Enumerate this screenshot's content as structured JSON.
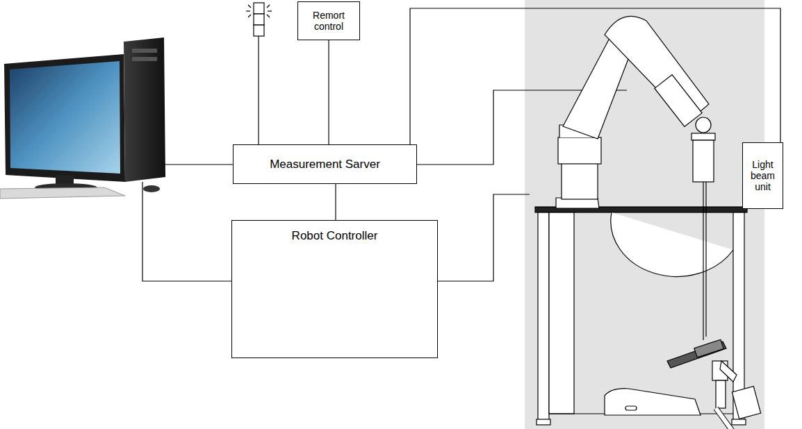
{
  "diagram": {
    "nodes": [
      {
        "text": [
          "Remort control"
        ]
      },
      {
        "text": [
          "Measurement Sarver"
        ]
      },
      {
        "text": [
          "Light beam unit"
        ]
      },
      {
        "text": [
          "Robot Controller"
        ]
      }
    ],
    "edges": [
      {
        "from": 0,
        "to": 1,
        "arrow": "none"
      },
      {
        "from": 1,
        "to": 2,
        "arrow": "none"
      },
      {
        "from": 1,
        "to": 3,
        "arrow": "none"
      }
    ]
  }
}
